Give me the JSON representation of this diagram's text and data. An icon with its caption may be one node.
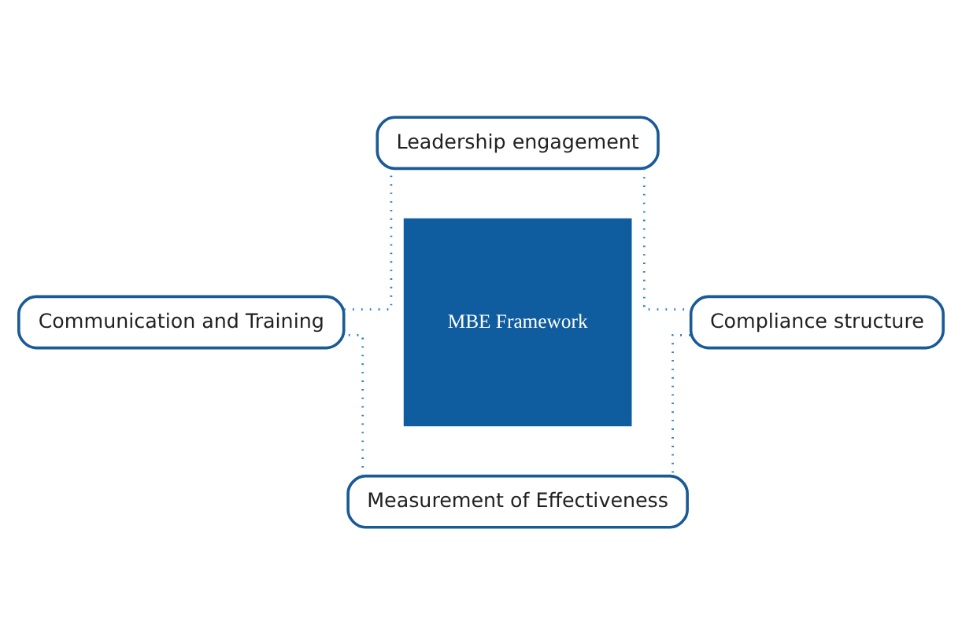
{
  "diagram": {
    "nodes": [
      {
        "text": [
          "MBE Framework"
        ]
      },
      {
        "text": [
          "Leadership engagement"
        ]
      },
      {
        "text": [
          "Compliance structure"
        ]
      },
      {
        "text": [
          "Measurement of Effectiveness"
        ]
      },
      {
        "text": [
          "Communication and Training"
        ]
      }
    ],
    "edges": [
      {
        "from": 1,
        "to": 2,
        "arrow": "none",
        "style": "dashed"
      },
      {
        "from": 2,
        "to": 3,
        "arrow": "none",
        "style": "dashed"
      },
      {
        "from": 3,
        "to": 4,
        "arrow": "none",
        "style": "dashed"
      },
      {
        "from": 4,
        "to": 1,
        "arrow": "none",
        "style": "dashed"
      }
    ]
  }
}
